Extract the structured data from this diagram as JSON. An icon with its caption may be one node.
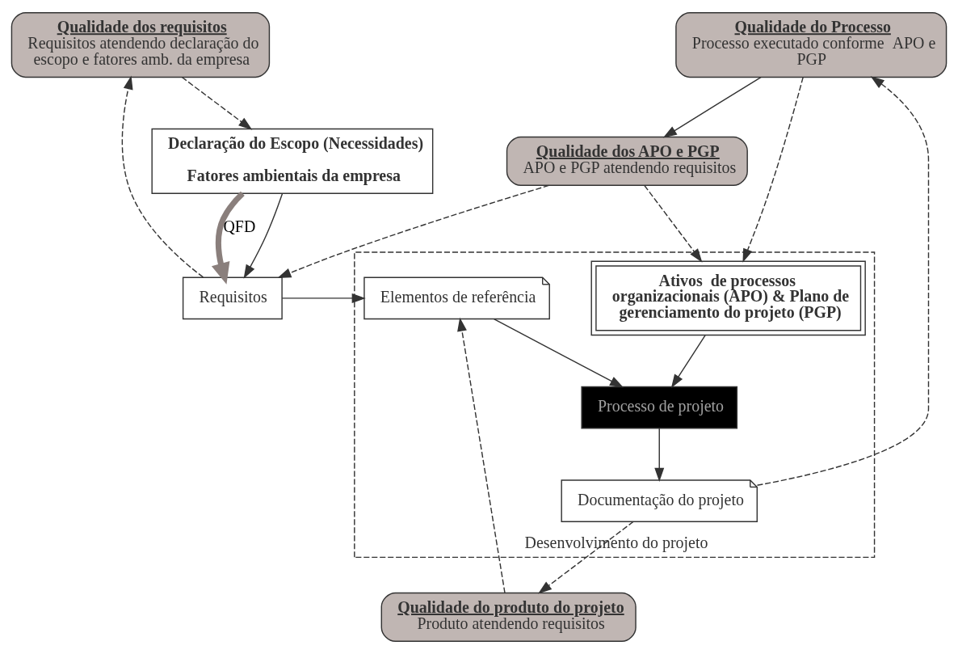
{
  "diagram": {
    "nodes": [
      {
        "text": [
          "Qualidade dos requisitos",
          "Requisitos atendendo declaração do escopo e fatores amb. da empresa"
        ]
      },
      {
        "text": [
          "Qualidade dos APO e PGP",
          "APO e PGP atendendo requisitos"
        ]
      },
      {
        "text": [
          "Qualidade do Processo",
          "Processo executado conforme  APO e PGP"
        ]
      },
      {
        "text": [
          "Desenvolvimento do projeto"
        ]
      },
      {
        "text": [
          "Declaração do Escopo (Necessidades)",
          "Fatores ambientais da empresa"
        ]
      },
      {
        "text": [
          "Requisitos"
        ]
      },
      {
        "text": [
          "Elementos de referência"
        ],
        "in": 3
      },
      {
        "text": [
          "Ativos  de processos  organizacionais (APO) & Plano de gerenciamento do projeto (PGP)"
        ],
        "in": 3
      },
      {
        "text": [
          "Processo de projeto"
        ],
        "in": 3
      },
      {
        "text": [
          "Documentação do projeto"
        ],
        "in": 3
      },
      {
        "text": [
          "Qualidade do produto do projeto",
          "Produto atendendo requisitos"
        ]
      }
    ],
    "edges": [
      {
        "from": 0,
        "to": 4,
        "arrow": "to",
        "style": "dashed"
      },
      {
        "from": 4,
        "to": 5,
        "arrow": "to"
      },
      {
        "from": 4,
        "to": 5,
        "arrow": "to",
        "label": "QFD",
        "style": "thick"
      },
      {
        "from": 5,
        "to": 0,
        "arrow": "to",
        "style": "dashed"
      },
      {
        "from": 1,
        "to": 5,
        "arrow": "to",
        "style": "dashed"
      },
      {
        "from": 2,
        "to": 1,
        "arrow": "to"
      },
      {
        "from": 1,
        "to": 7,
        "arrow": "to",
        "style": "dashed"
      },
      {
        "from": 2,
        "to": 7,
        "arrow": "to",
        "style": "dashed"
      },
      {
        "from": 5,
        "to": 6,
        "arrow": "to"
      },
      {
        "from": 6,
        "to": 8,
        "arrow": "to"
      },
      {
        "from": 7,
        "to": 8,
        "arrow": "to"
      },
      {
        "from": 8,
        "to": 9,
        "arrow": "to"
      },
      {
        "from": 9,
        "to": 2,
        "arrow": "to",
        "style": "dashed"
      },
      {
        "from": 9,
        "to": 10,
        "arrow": "to",
        "style": "dashed"
      },
      {
        "from": 10,
        "to": 6,
        "arrow": "to",
        "style": "dashed"
      }
    ]
  }
}
